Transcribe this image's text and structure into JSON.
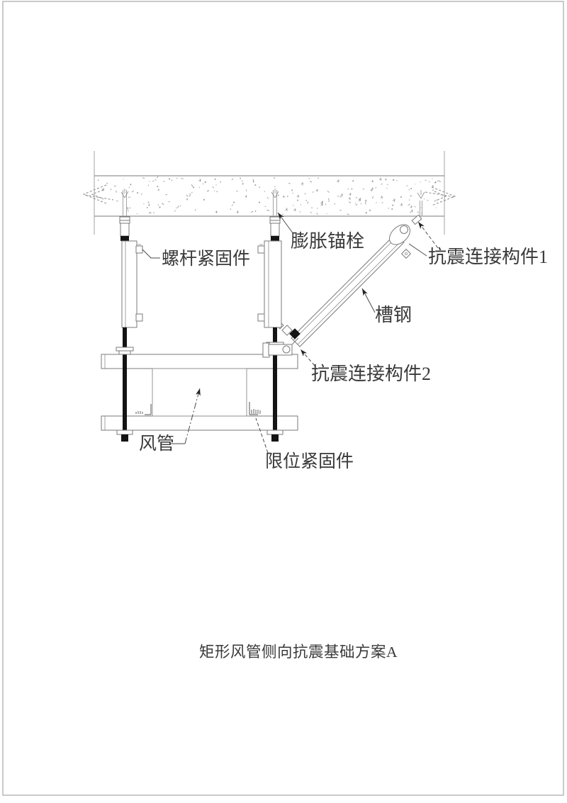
{
  "drawing": {
    "labels": {
      "rod_fastener": "螺杆紧固件",
      "expansion_anchor": "膨胀锚栓",
      "seismic_connector_1": "抗震连接构件1",
      "channel_steel": "槽钢",
      "seismic_connector_2": "抗震连接构件2",
      "duct": "风管",
      "limit_fastener": "限位紧固件"
    },
    "caption": "矩形风管侧向抗震基础方案A",
    "colors": {
      "line": "#7a7a7a",
      "rod_black": "#141414",
      "text": "#3a3a3a",
      "page_border": "#aeaeae"
    }
  }
}
